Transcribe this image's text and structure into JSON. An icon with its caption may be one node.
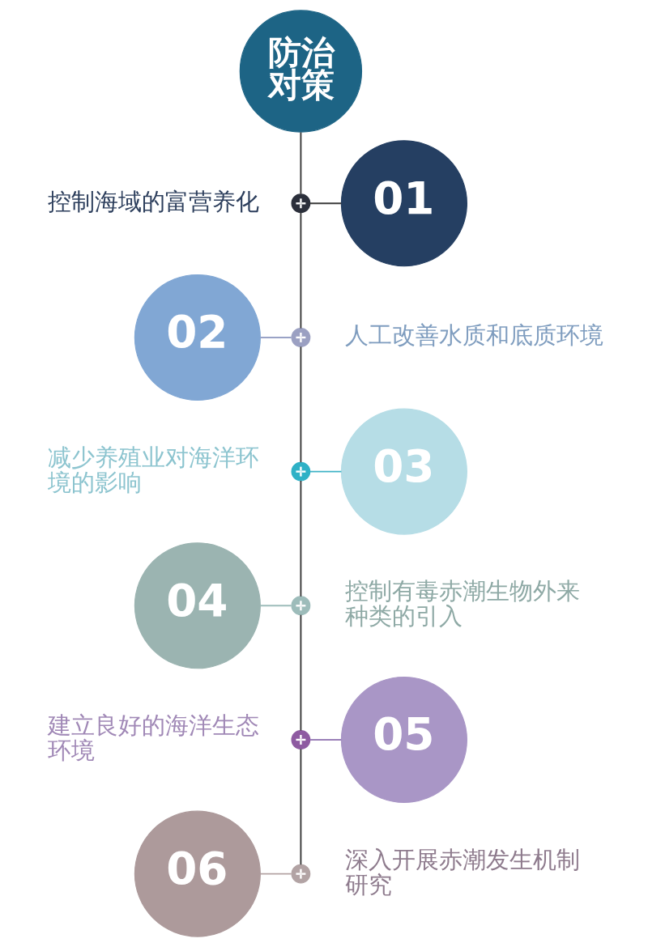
{
  "diagram": {
    "nodes": [
      {
        "text": [
          "防治对策"
        ]
      },
      {
        "text": [],
        "shape": "circle",
        "beside": [
          "控制海域的富营养化"
        ]
      },
      {
        "text": [
          "01"
        ]
      },
      {
        "text": [
          "02"
        ]
      },
      {
        "text": [],
        "shape": "circle",
        "beside": [
          "人工改善水质和底质环境"
        ]
      },
      {
        "text": [],
        "shape": "circle",
        "beside": [
          "减少养殖业对海洋环境的影响"
        ]
      },
      {
        "text": [
          "03"
        ]
      },
      {
        "text": [
          "04"
        ]
      },
      {
        "text": [],
        "shape": "circle",
        "beside": [
          "控制有毒赤潮生物外来种类的引入"
        ]
      },
      {
        "text": [],
        "shape": "circle",
        "beside": [
          "建立良好的海洋生态环境"
        ]
      },
      {
        "text": [
          "05"
        ]
      },
      {
        "text": [
          "06"
        ]
      },
      {
        "text": [],
        "shape": "circle",
        "beside": [
          "深入开展赤潮发生机制研究"
        ]
      }
    ],
    "edges": [
      {
        "from": 0,
        "to": 1,
        "arrow": "none"
      },
      {
        "from": 1,
        "to": 2,
        "arrow": "none"
      },
      {
        "from": 1,
        "to": 4,
        "arrow": "none"
      },
      {
        "from": 3,
        "to": 4,
        "arrow": "none",
        "color": "#9aa3c6"
      },
      {
        "from": 4,
        "to": 5,
        "arrow": "none"
      },
      {
        "from": 5,
        "to": 6,
        "arrow": "none",
        "color": "#3fb3c6"
      },
      {
        "from": 5,
        "to": 8,
        "arrow": "none"
      },
      {
        "from": 7,
        "to": 8,
        "arrow": "none",
        "color": "#9dbcba"
      },
      {
        "from": 8,
        "to": 9,
        "arrow": "none"
      },
      {
        "from": 9,
        "to": 10,
        "arrow": "none",
        "color": "#9a7fb8"
      },
      {
        "from": 9,
        "to": 12,
        "arrow": "none"
      },
      {
        "from": 11,
        "to": 12,
        "arrow": "none",
        "color": "#b3a3a3"
      }
    ]
  }
}
